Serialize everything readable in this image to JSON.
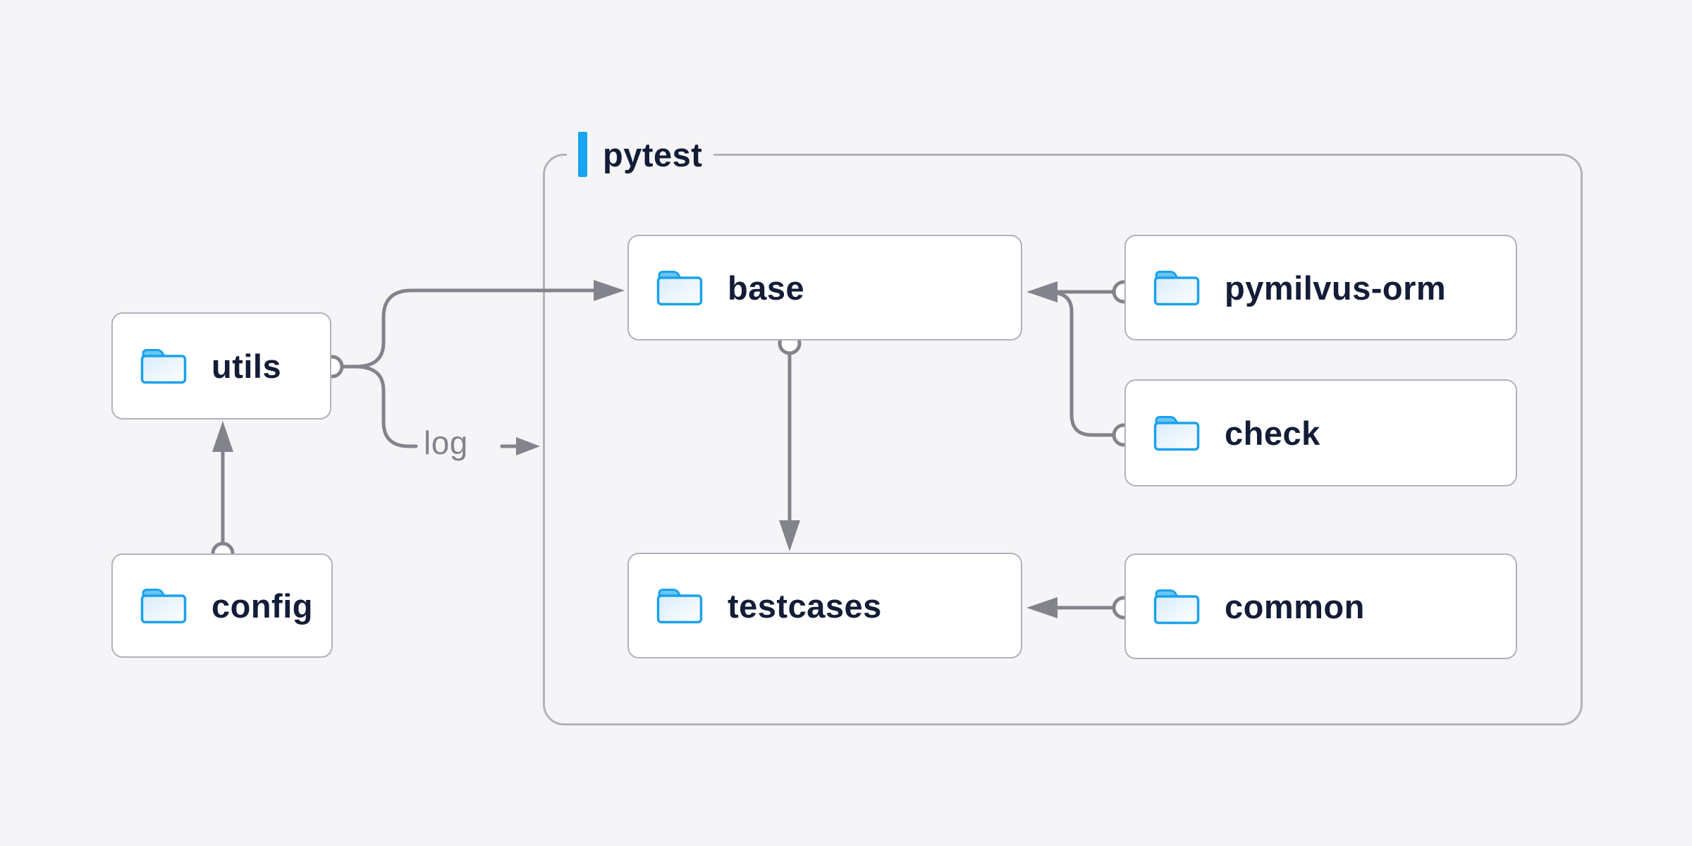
{
  "container": {
    "label": "pytest"
  },
  "nodes": [
    {
      "id": "utils",
      "label": "utils"
    },
    {
      "id": "config",
      "label": "config"
    },
    {
      "id": "base",
      "label": "base"
    },
    {
      "id": "pymilvus-orm",
      "label": "pymilvus-orm"
    },
    {
      "id": "check",
      "label": "check"
    },
    {
      "id": "testcases",
      "label": "testcases"
    },
    {
      "id": "common",
      "label": "common"
    }
  ],
  "edges": [
    {
      "from": "config",
      "to": "utils",
      "label": ""
    },
    {
      "from": "utils",
      "to": "base",
      "label": ""
    },
    {
      "from": "utils",
      "to": "pytest",
      "label": "log"
    },
    {
      "from": "base",
      "to": "testcases",
      "label": ""
    },
    {
      "from": "pymilvus-orm",
      "to": "base",
      "label": ""
    },
    {
      "from": "check",
      "to": "base",
      "label": ""
    },
    {
      "from": "common",
      "to": "testcases",
      "label": ""
    }
  ],
  "colors": {
    "background": "#f5f5f7",
    "accent_blue": "#17a4f2",
    "folder_stroke": "#1ba2ea",
    "folder_tab": "#69c5f2",
    "text_dark": "#131d38",
    "connector_gray": "#83838d",
    "border_gray": "#b2b2bc"
  }
}
